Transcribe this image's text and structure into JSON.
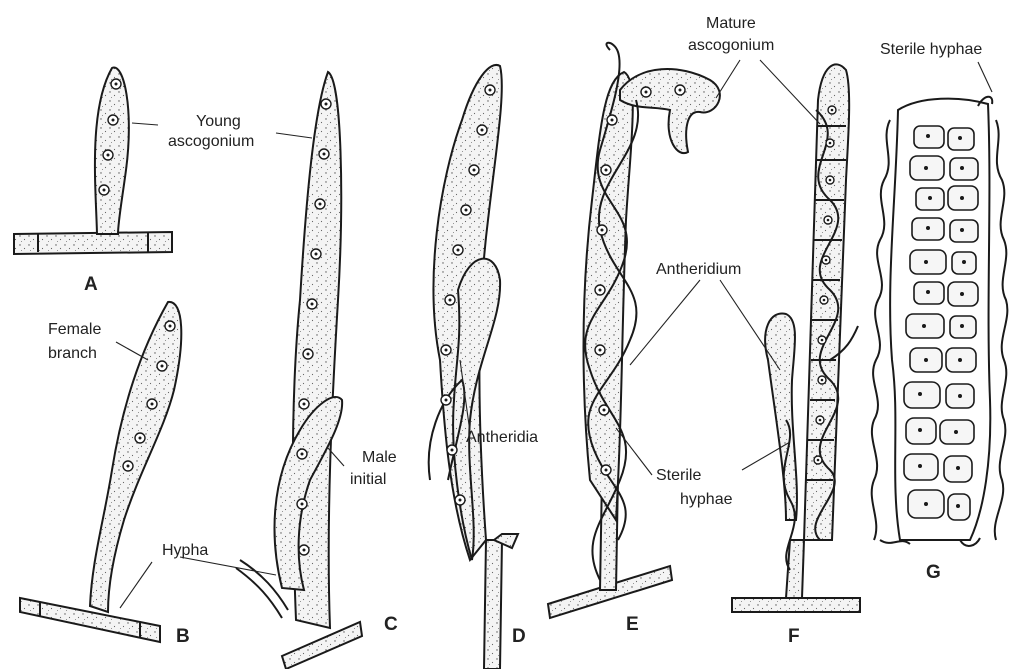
{
  "labels": {
    "young_ascogonium": [
      "Young",
      "ascogonium"
    ],
    "female_branch": [
      "Female",
      "branch"
    ],
    "hypha": "Hypha",
    "male_initial": [
      "Male",
      "initial"
    ],
    "antheridia": "Antheridia",
    "mature_ascogonium": [
      "Mature",
      "ascogonium"
    ],
    "antheridium": "Antheridium",
    "sterile_hyphae_e": [
      "Sterile",
      "hyphae"
    ],
    "sterile_hyphae_g": "Sterile hyphae"
  },
  "panels": [
    "A",
    "B",
    "C",
    "D",
    "E",
    "F",
    "G"
  ]
}
